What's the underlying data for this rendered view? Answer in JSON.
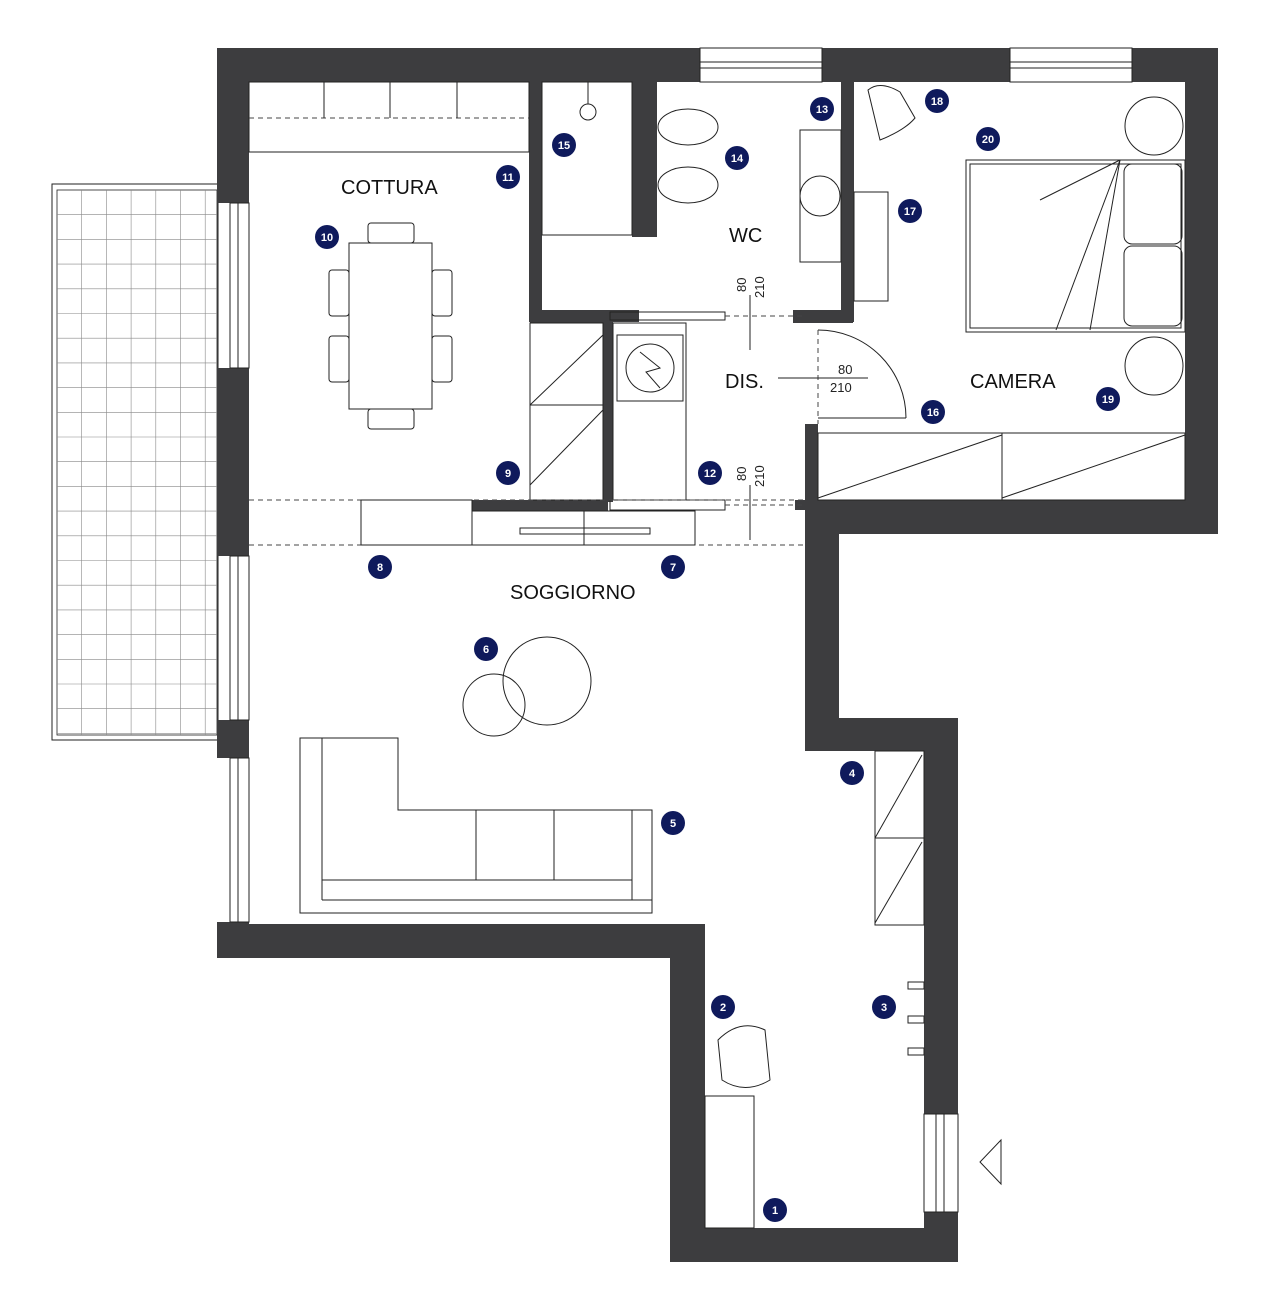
{
  "colors": {
    "wall": "#3d3d3f",
    "marker": "#0f1a5c",
    "line": "#222222"
  },
  "rooms": {
    "cottura": "COTTURA",
    "wc": "WC",
    "dis": "DIS.",
    "camera": "CAMERA",
    "soggiorno": "SOGGIORNO"
  },
  "doors": {
    "wc_door": {
      "width": "80",
      "height": "210"
    },
    "bedroom_door": {
      "width": "80",
      "height": "210"
    },
    "kitchen_door": {
      "width": "80",
      "height": "210"
    }
  },
  "markers": [
    "1",
    "2",
    "3",
    "4",
    "5",
    "6",
    "7",
    "8",
    "9",
    "10",
    "11",
    "12",
    "13",
    "14",
    "15",
    "16",
    "17",
    "18",
    "19",
    "20"
  ],
  "icons": {
    "entrance": "entrance-arrow-icon"
  }
}
